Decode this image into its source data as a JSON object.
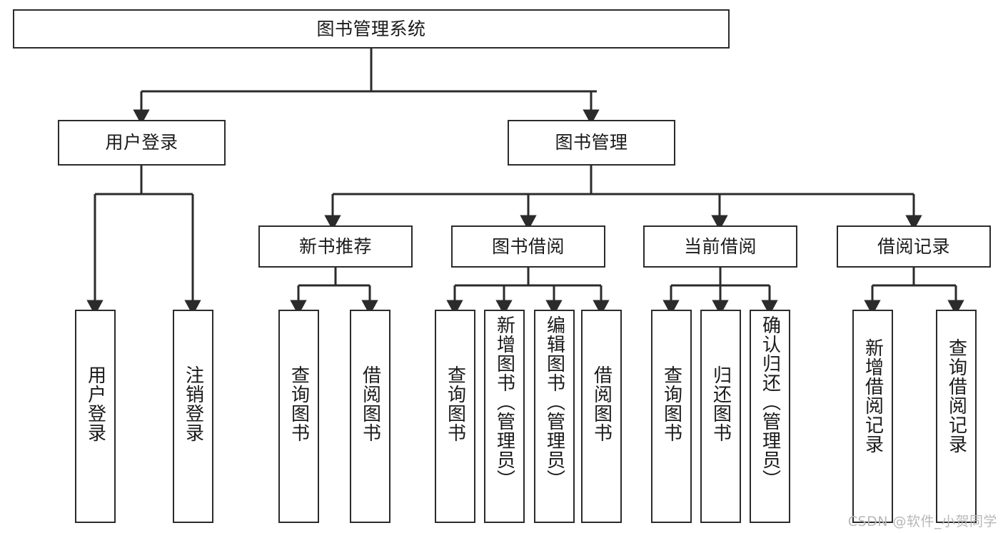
{
  "diagram": {
    "title": "图书管理系统",
    "type": "tree-hierarchy",
    "stroke_color": "#2b2b2b",
    "fill_color": "#ffffff",
    "text_color": "#1a1a1a",
    "watermark": "CSDN @软件_小贺同学",
    "nodes": {
      "root": {
        "label": "图书管理系统"
      },
      "level2": [
        {
          "id": "user-login",
          "label": "用户登录"
        },
        {
          "id": "book-manage",
          "label": "图书管理"
        }
      ],
      "level3": [
        {
          "id": "new-book-rec",
          "label": "新书推荐"
        },
        {
          "id": "book-borrow",
          "label": "图书借阅"
        },
        {
          "id": "current-borrow",
          "label": "当前借阅"
        },
        {
          "id": "borrow-record",
          "label": "借阅记录"
        }
      ],
      "leaves": {
        "user_login": [
          {
            "id": "leaf-user-login",
            "label": "用户登录"
          },
          {
            "id": "leaf-logout",
            "label": "注销登录"
          }
        ],
        "new_book_rec": [
          {
            "id": "leaf-query-book-1",
            "label": "查询图书"
          },
          {
            "id": "leaf-borrow-book-1",
            "label": "借阅图书"
          }
        ],
        "book_borrow": [
          {
            "id": "leaf-query-book-2",
            "label": "查询图书"
          },
          {
            "id": "leaf-add-book",
            "label": "新增图书（管理员）"
          },
          {
            "id": "leaf-edit-book",
            "label": "编辑图书（管理员）"
          },
          {
            "id": "leaf-borrow-book-2",
            "label": "借阅图书"
          }
        ],
        "current_borrow": [
          {
            "id": "leaf-query-book-3",
            "label": "查询图书"
          },
          {
            "id": "leaf-return-book",
            "label": "归还图书"
          },
          {
            "id": "leaf-confirm-return",
            "label": "确认归还（管理员）"
          }
        ],
        "borrow_record": [
          {
            "id": "leaf-add-record",
            "label": "新增借阅记录"
          },
          {
            "id": "leaf-query-record",
            "label": "查询借阅记录"
          }
        ]
      }
    }
  }
}
